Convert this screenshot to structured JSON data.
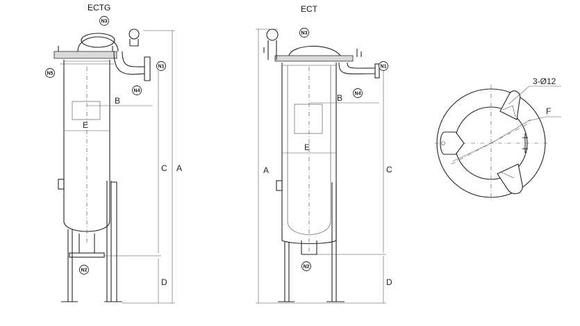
{
  "titles": {
    "ectg": "ECTG",
    "ect": "ECT"
  },
  "nozzles": {
    "n1": "N1",
    "n2": "N2",
    "n3": "N3",
    "n4": "N4",
    "n5": "N5"
  },
  "dimensions": {
    "a": "A",
    "b": "B",
    "c": "C",
    "d": "D",
    "e": "E",
    "f": "F",
    "holes": "3-Ø12"
  }
}
